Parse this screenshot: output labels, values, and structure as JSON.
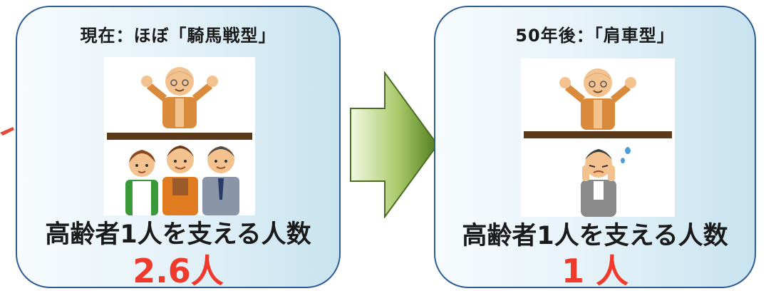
{
  "panels": {
    "current": {
      "title": "現在：ほぼ「騎馬戦型」",
      "caption": "高齢者1人を支える人数",
      "value": "2.6人"
    },
    "future": {
      "title": "50年後：「肩車型」",
      "caption": "高齢者1人を支える人数",
      "value": "1 人"
    }
  },
  "colors": {
    "border": "#2f5d93",
    "value_text": "#f03a2c",
    "arrow_fill": "#6d9a2f",
    "beam": "#5a3a1a"
  },
  "icons": {
    "arrow": "right-arrow-icon",
    "elder": "elderly-man-icon",
    "worker_woman": "woman-worker-icon",
    "worker_man": "man-worker-icon",
    "businessman": "businessman-icon",
    "worried_man": "worried-man-icon"
  }
}
